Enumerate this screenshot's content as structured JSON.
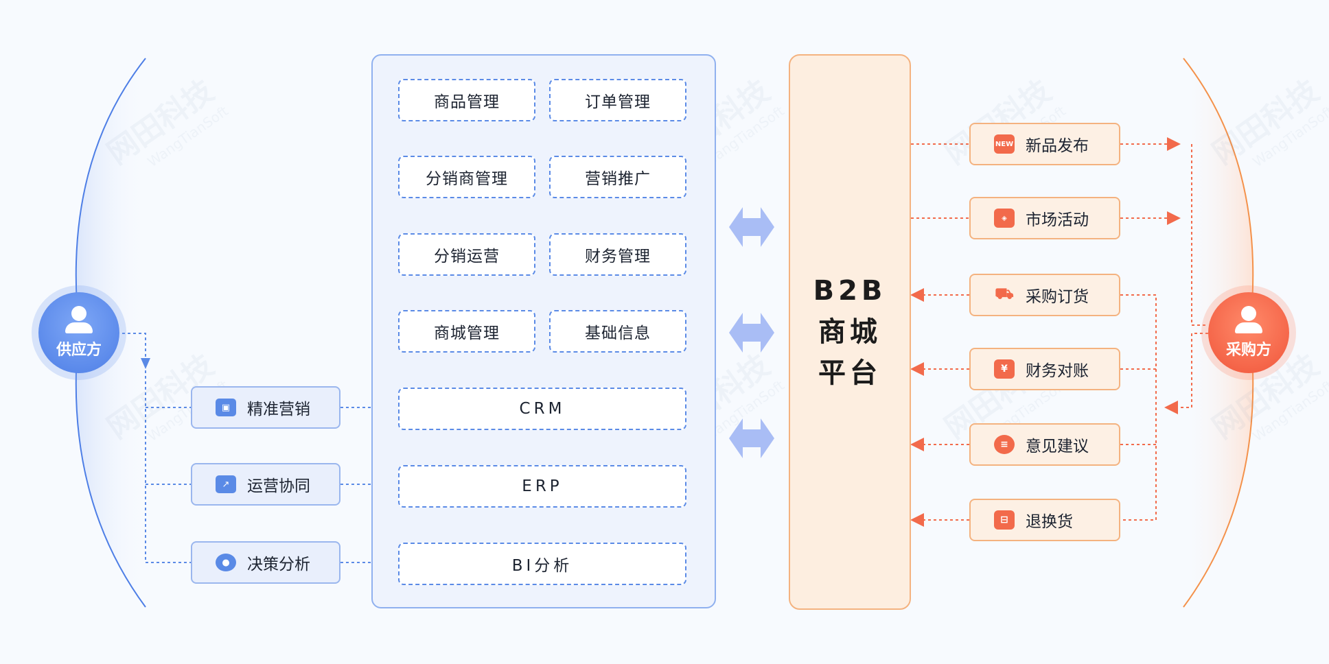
{
  "supplier": {
    "label": "供应方"
  },
  "buyer": {
    "label": "采购方"
  },
  "modules": {
    "grid": [
      "商品管理",
      "订单管理",
      "分销商管理",
      "营销推广",
      "分销运营",
      "财务管理",
      "商城管理",
      "基础信息"
    ],
    "wide": [
      "CRM",
      "ERP",
      "BI分析"
    ]
  },
  "tools": [
    "精准营销",
    "运营协同",
    "决策分析"
  ],
  "platform": {
    "title": "B2B商城平台"
  },
  "features": {
    "outgoing": [
      "新品发布",
      "市场活动"
    ],
    "incoming": [
      "采购订货",
      "财务对账",
      "意见建议",
      "退换货"
    ]
  },
  "icons": {
    "tools": [
      "billboard-icon",
      "trend-chart-icon",
      "cluster-icon"
    ],
    "features": [
      "new-badge-icon",
      "shopping-bag-icon",
      "cart-icon",
      "finance-icon",
      "message-icon",
      "box-icon"
    ],
    "new_badge_text": "NEW"
  },
  "colors": {
    "blue": "#5a8ae6",
    "orange": "#f26a4b",
    "platform": "#fdeee0"
  }
}
